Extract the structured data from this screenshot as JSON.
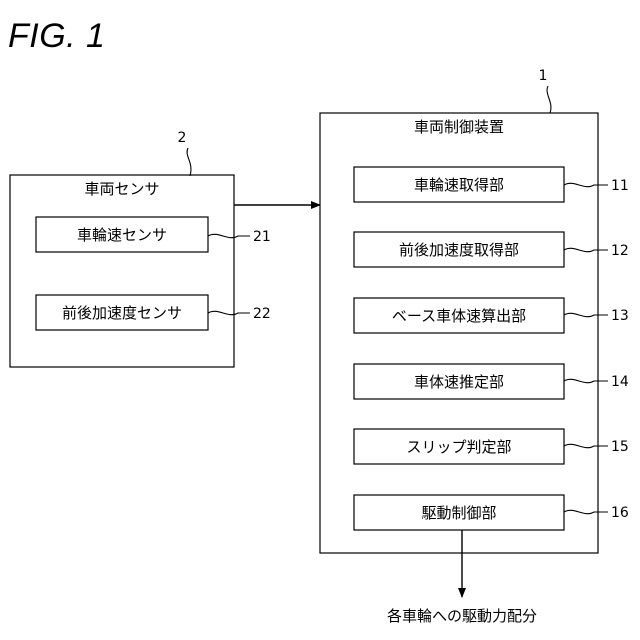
{
  "figure": {
    "title": "FIG. 1"
  },
  "sensor_group": {
    "ref": "2",
    "title": "車両センサ",
    "items": [
      {
        "label": "車輪速センサ",
        "ref": "21"
      },
      {
        "label": "前後加速度センサ",
        "ref": "22"
      }
    ]
  },
  "control_device": {
    "ref": "1",
    "title": "車両制御装置",
    "items": [
      {
        "label": "車輪速取得部",
        "ref": "11"
      },
      {
        "label": "前後加速度取得部",
        "ref": "12"
      },
      {
        "label": "ベース車体速算出部",
        "ref": "13"
      },
      {
        "label": "車体速推定部",
        "ref": "14"
      },
      {
        "label": "スリップ判定部",
        "ref": "15"
      },
      {
        "label": "駆動制御部",
        "ref": "16"
      }
    ]
  },
  "output": {
    "label": "各車輪への駆動力配分"
  }
}
